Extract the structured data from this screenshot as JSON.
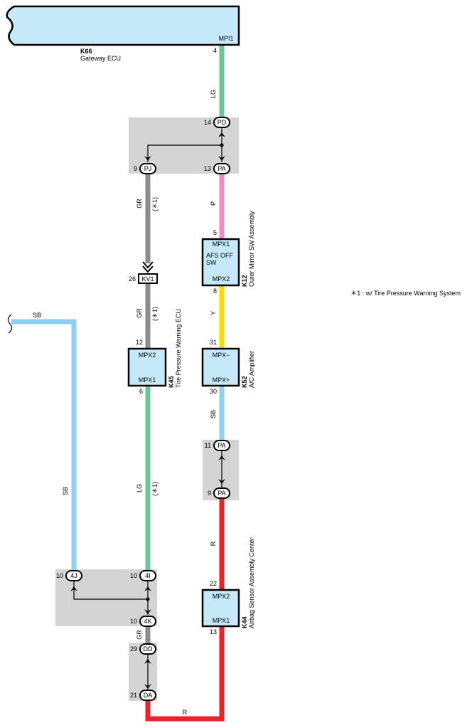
{
  "colors": {
    "LG": "#6fc497",
    "GR": "#8c8c8e",
    "P": "#f08cc0",
    "Y": "#ffd900",
    "SB": "#8fd0f2",
    "R": "#e8232a",
    "component_fill": "#c6e9fa",
    "junction_fill": "#d4d4d4"
  },
  "note": "＊1 : w/ Tire Pressure Warning System",
  "components": {
    "K66": {
      "code": "K66",
      "name": "Gateway ECU",
      "terminal_label": "MPI1",
      "pin": "4"
    },
    "K12": {
      "code": "K12",
      "name": "Outer Mirror SW Assembly",
      "line1": "MPX1",
      "line2": "AFS OFF",
      "line3": "SW",
      "line4": "MPX2",
      "pin_top": "5",
      "pin_bottom": "8"
    },
    "K45": {
      "code": "K45",
      "name": "Tire Pressure Warning ECU",
      "top_label": "MPX2",
      "bottom_label": "MPX1",
      "pin_top": "12",
      "pin_bottom": "6"
    },
    "K52": {
      "code": "K52",
      "name": "A/C Amplifier",
      "top_label": "MPX−",
      "bottom_label": "MPX+",
      "pin_top": "31",
      "pin_bottom": "30"
    },
    "K44": {
      "code": "K44",
      "name": "Airbag Sensor Assembly Center",
      "top_label": "MPX2",
      "bottom_label": "MPX1",
      "pin_top": "22",
      "pin_bottom": "13"
    }
  },
  "connectors": {
    "PD": {
      "label": "PD",
      "pin": "14"
    },
    "PJ": {
      "label": "PJ",
      "pin": "9"
    },
    "PA_top": {
      "label": "PA",
      "pin": "13"
    },
    "KV1": {
      "label": "KV1",
      "pin": "26"
    },
    "PA_mid_top": {
      "label": "PA",
      "pin": "11"
    },
    "PA_mid_bottom": {
      "label": "PA",
      "pin": "9"
    },
    "4J": {
      "label": "4J",
      "pin": "10"
    },
    "4I": {
      "label": "4I",
      "pin": "10"
    },
    "4K": {
      "label": "4K",
      "pin": "10"
    },
    "DD": {
      "label": "DD",
      "pin": "29"
    },
    "DA": {
      "label": "DA",
      "pin": "21"
    }
  },
  "wires": {
    "lg_top": "LG",
    "gr_upper": "GR",
    "gr_upper_note": "(＊1)",
    "p_wire": "P",
    "gr_mid": "GR",
    "gr_mid_note": "(＊1)",
    "y_wire": "Y",
    "sb_right": "SB",
    "sb_left_top": "SB",
    "sb_left": "SB",
    "lg_left": "LG",
    "lg_left_note": "(＊1)",
    "r_right": "R",
    "gr_low": "GR",
    "r_bottom": "R"
  }
}
